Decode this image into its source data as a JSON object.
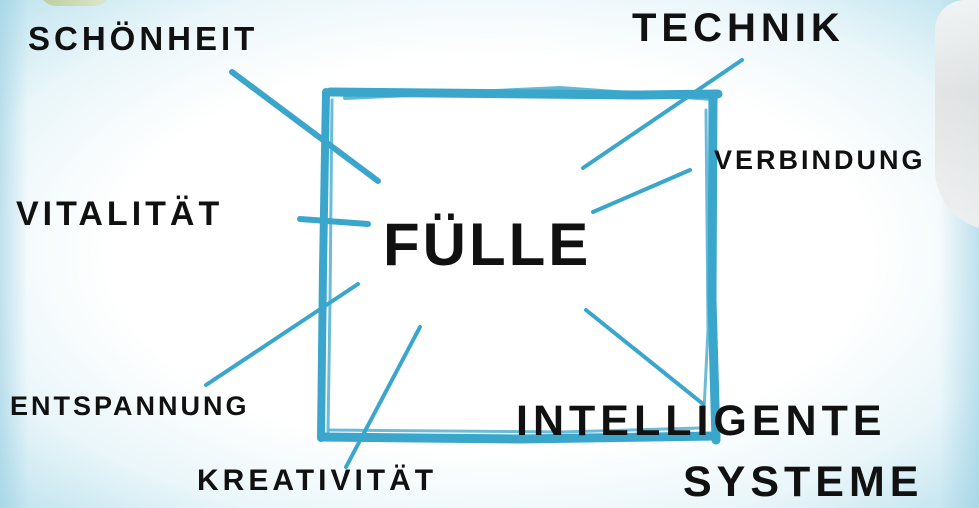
{
  "center": {
    "label": "FÜLLE"
  },
  "satellites": {
    "schoenheit": "SCHÖNHEIT",
    "technik": "TECHNIK",
    "verbindung": "VERBINDUNG",
    "vitalitaet": "VITALITÄT",
    "entspannung": "ENTSPANNUNG",
    "kreativitaet": "KREATIVITÄT",
    "intelligente": "INTELLIGENTE",
    "systeme": "SYSTEME"
  },
  "colors": {
    "accent": "#3ba6cc",
    "text": "#111111"
  }
}
